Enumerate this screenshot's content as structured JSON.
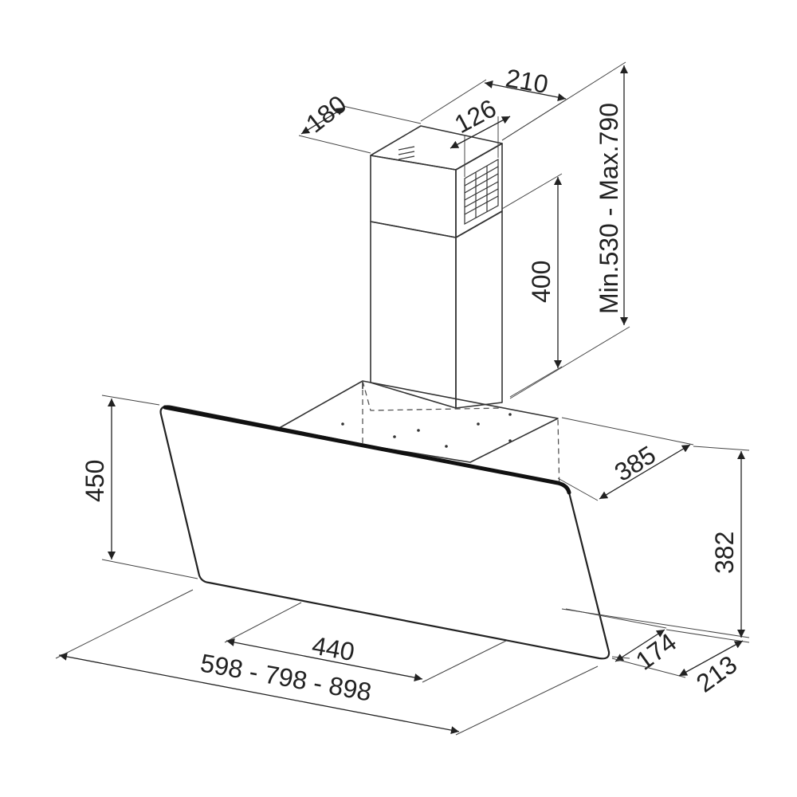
{
  "dimensions": {
    "chimney_depth": "180",
    "chimney_width": "210",
    "outlet_width": "126",
    "upper_chimney_height": "400",
    "chimney_height_range": "Min.530 - Max.790",
    "canopy_height": "450",
    "body_depth": "385",
    "body_height": "382",
    "inner_width": "440",
    "total_width": "598 - 798 - 898",
    "front_depth": "174",
    "total_depth": "213"
  }
}
